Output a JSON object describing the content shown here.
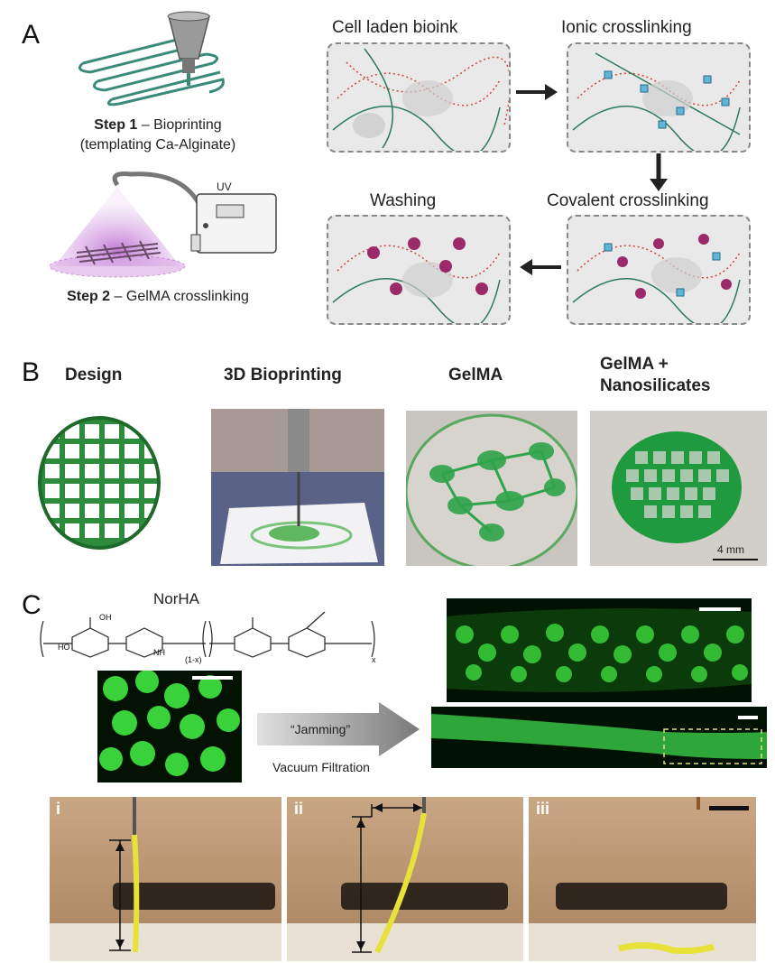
{
  "panel_a": {
    "letter": "A",
    "step1_bold": "Step 1",
    "step1_rest": " – Bioprinting",
    "step1_sub": "(templating Ca-Alginate)",
    "step2_bold": "Step 2",
    "step2_rest": " – GelMA crosslinking",
    "uv_label": "UV",
    "box_titles": {
      "cell_laden": "Cell laden bioink",
      "ionic": "Ionic  crosslinking",
      "covalent": "Covalent crosslinking",
      "washing": "Washing"
    }
  },
  "panel_b": {
    "letter": "B",
    "headers": [
      "Design",
      "3D Bioprinting",
      "GelMA",
      "GelMA +\nNanosilicates"
    ],
    "header_line1_4": "GelMA +",
    "header_line2_4": "Nanosilicates",
    "scale_label": "4 mm"
  },
  "panel_c": {
    "letter": "C",
    "polymer_name": "NorHA",
    "chem_labels": {
      "cooh": "OH",
      "one_minus_x": "(1-x)",
      "x": "x",
      "nh": "NH",
      "ho": "HO"
    },
    "arrow_label": "“Jamming”",
    "arrow_sub": "Vacuum Filtration",
    "roman": [
      "i",
      "ii",
      "iii"
    ]
  },
  "colors": {
    "green_print": "#2f9a42",
    "fluor_green": "#3fd23f",
    "yellow_fiber": "#e8e13a",
    "arrow_gray": "#888888"
  }
}
